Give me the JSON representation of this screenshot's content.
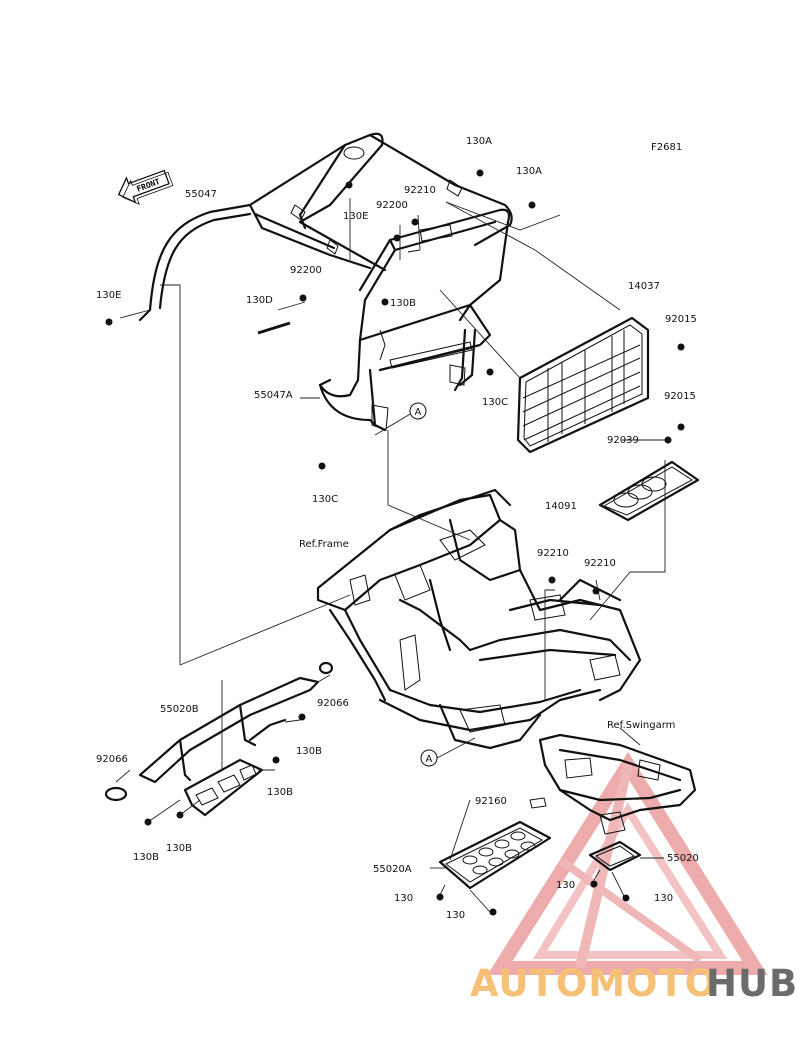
{
  "figure_code": "F2681",
  "front_label": "FRONT",
  "circle_label": "A",
  "ref_frame": "Ref.Frame",
  "ref_swingarm": "Ref.Swingarm",
  "parts": {
    "p55047": "55047",
    "p55047a": "55047A",
    "p14037": "14037",
    "p14091": "14091",
    "p92015a": "92015",
    "p92015b": "92015",
    "p92039": "92039",
    "p92200a": "92200",
    "p92200b": "92200",
    "p92210a": "92210",
    "p92210b": "92210",
    "p92210c": "92210",
    "p130a1": "130A",
    "p130a2": "130A",
    "p130b1": "130B",
    "p130b2": "130B",
    "p130b3": "130B",
    "p130b4": "130B",
    "p130b5": "130B",
    "p130c1": "130C",
    "p130c2": "130C",
    "p130d": "130D",
    "p130e1": "130E",
    "p130e2": "130E",
    "p55020b": "55020B",
    "p55020a": "55020A",
    "p55020": "55020",
    "p92066a": "92066",
    "p92066b": "92066",
    "p92160": "92160",
    "p130x1": "130",
    "p130x2": "130",
    "p130x3": "130",
    "p130x4": "130"
  },
  "watermark": {
    "left": "AUTOMOTO",
    "right": "HUB",
    "left_color": "#f6c177",
    "right_color": "#6b6b6b",
    "triangle_color": "#e23b3b"
  }
}
